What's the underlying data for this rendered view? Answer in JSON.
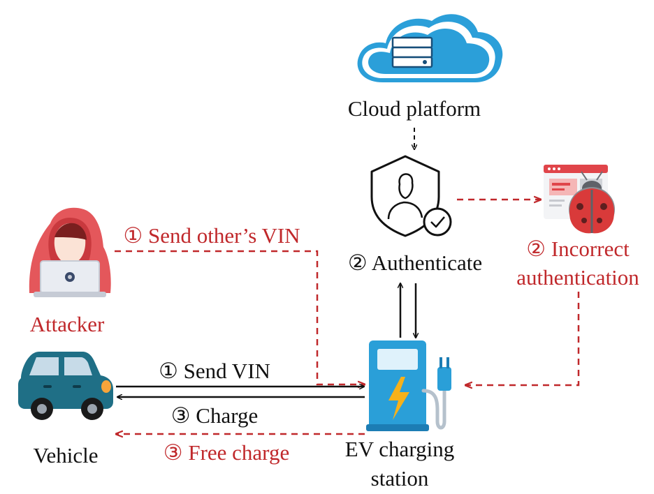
{
  "nodes": {
    "cloud": {
      "label": "Cloud platform",
      "icon": "cloud-server-icon"
    },
    "auth": {
      "label": "② Authenticate",
      "icon": "shield-user-check-icon"
    },
    "bug": {
      "label_line1": "② Incorrect",
      "label_line2": "authentication",
      "icon": "ladybug-web-window-icon"
    },
    "attacker": {
      "label": "Attacker",
      "icon": "hooded-hacker-icon"
    },
    "vehicle": {
      "label": "Vehicle",
      "icon": "car-icon"
    },
    "station": {
      "label_line1": "EV charging",
      "label_line2": "station",
      "icon": "ev-charger-icon"
    }
  },
  "edges": {
    "send_other_vin": "① Send other’s VIN",
    "send_vin": "① Send VIN",
    "charge": "③ Charge",
    "free_charge": "③ Free charge"
  },
  "colors": {
    "attack": "#c0282b",
    "normal": "#111111",
    "cloud_blue": "#2b9fd9",
    "charger_blue": "#2a9fd8",
    "bolt_yellow": "#f6b11a",
    "hacker_red": "#e4575b",
    "bug_red": "#d93a3a",
    "car_teal": "#1f6f86"
  }
}
